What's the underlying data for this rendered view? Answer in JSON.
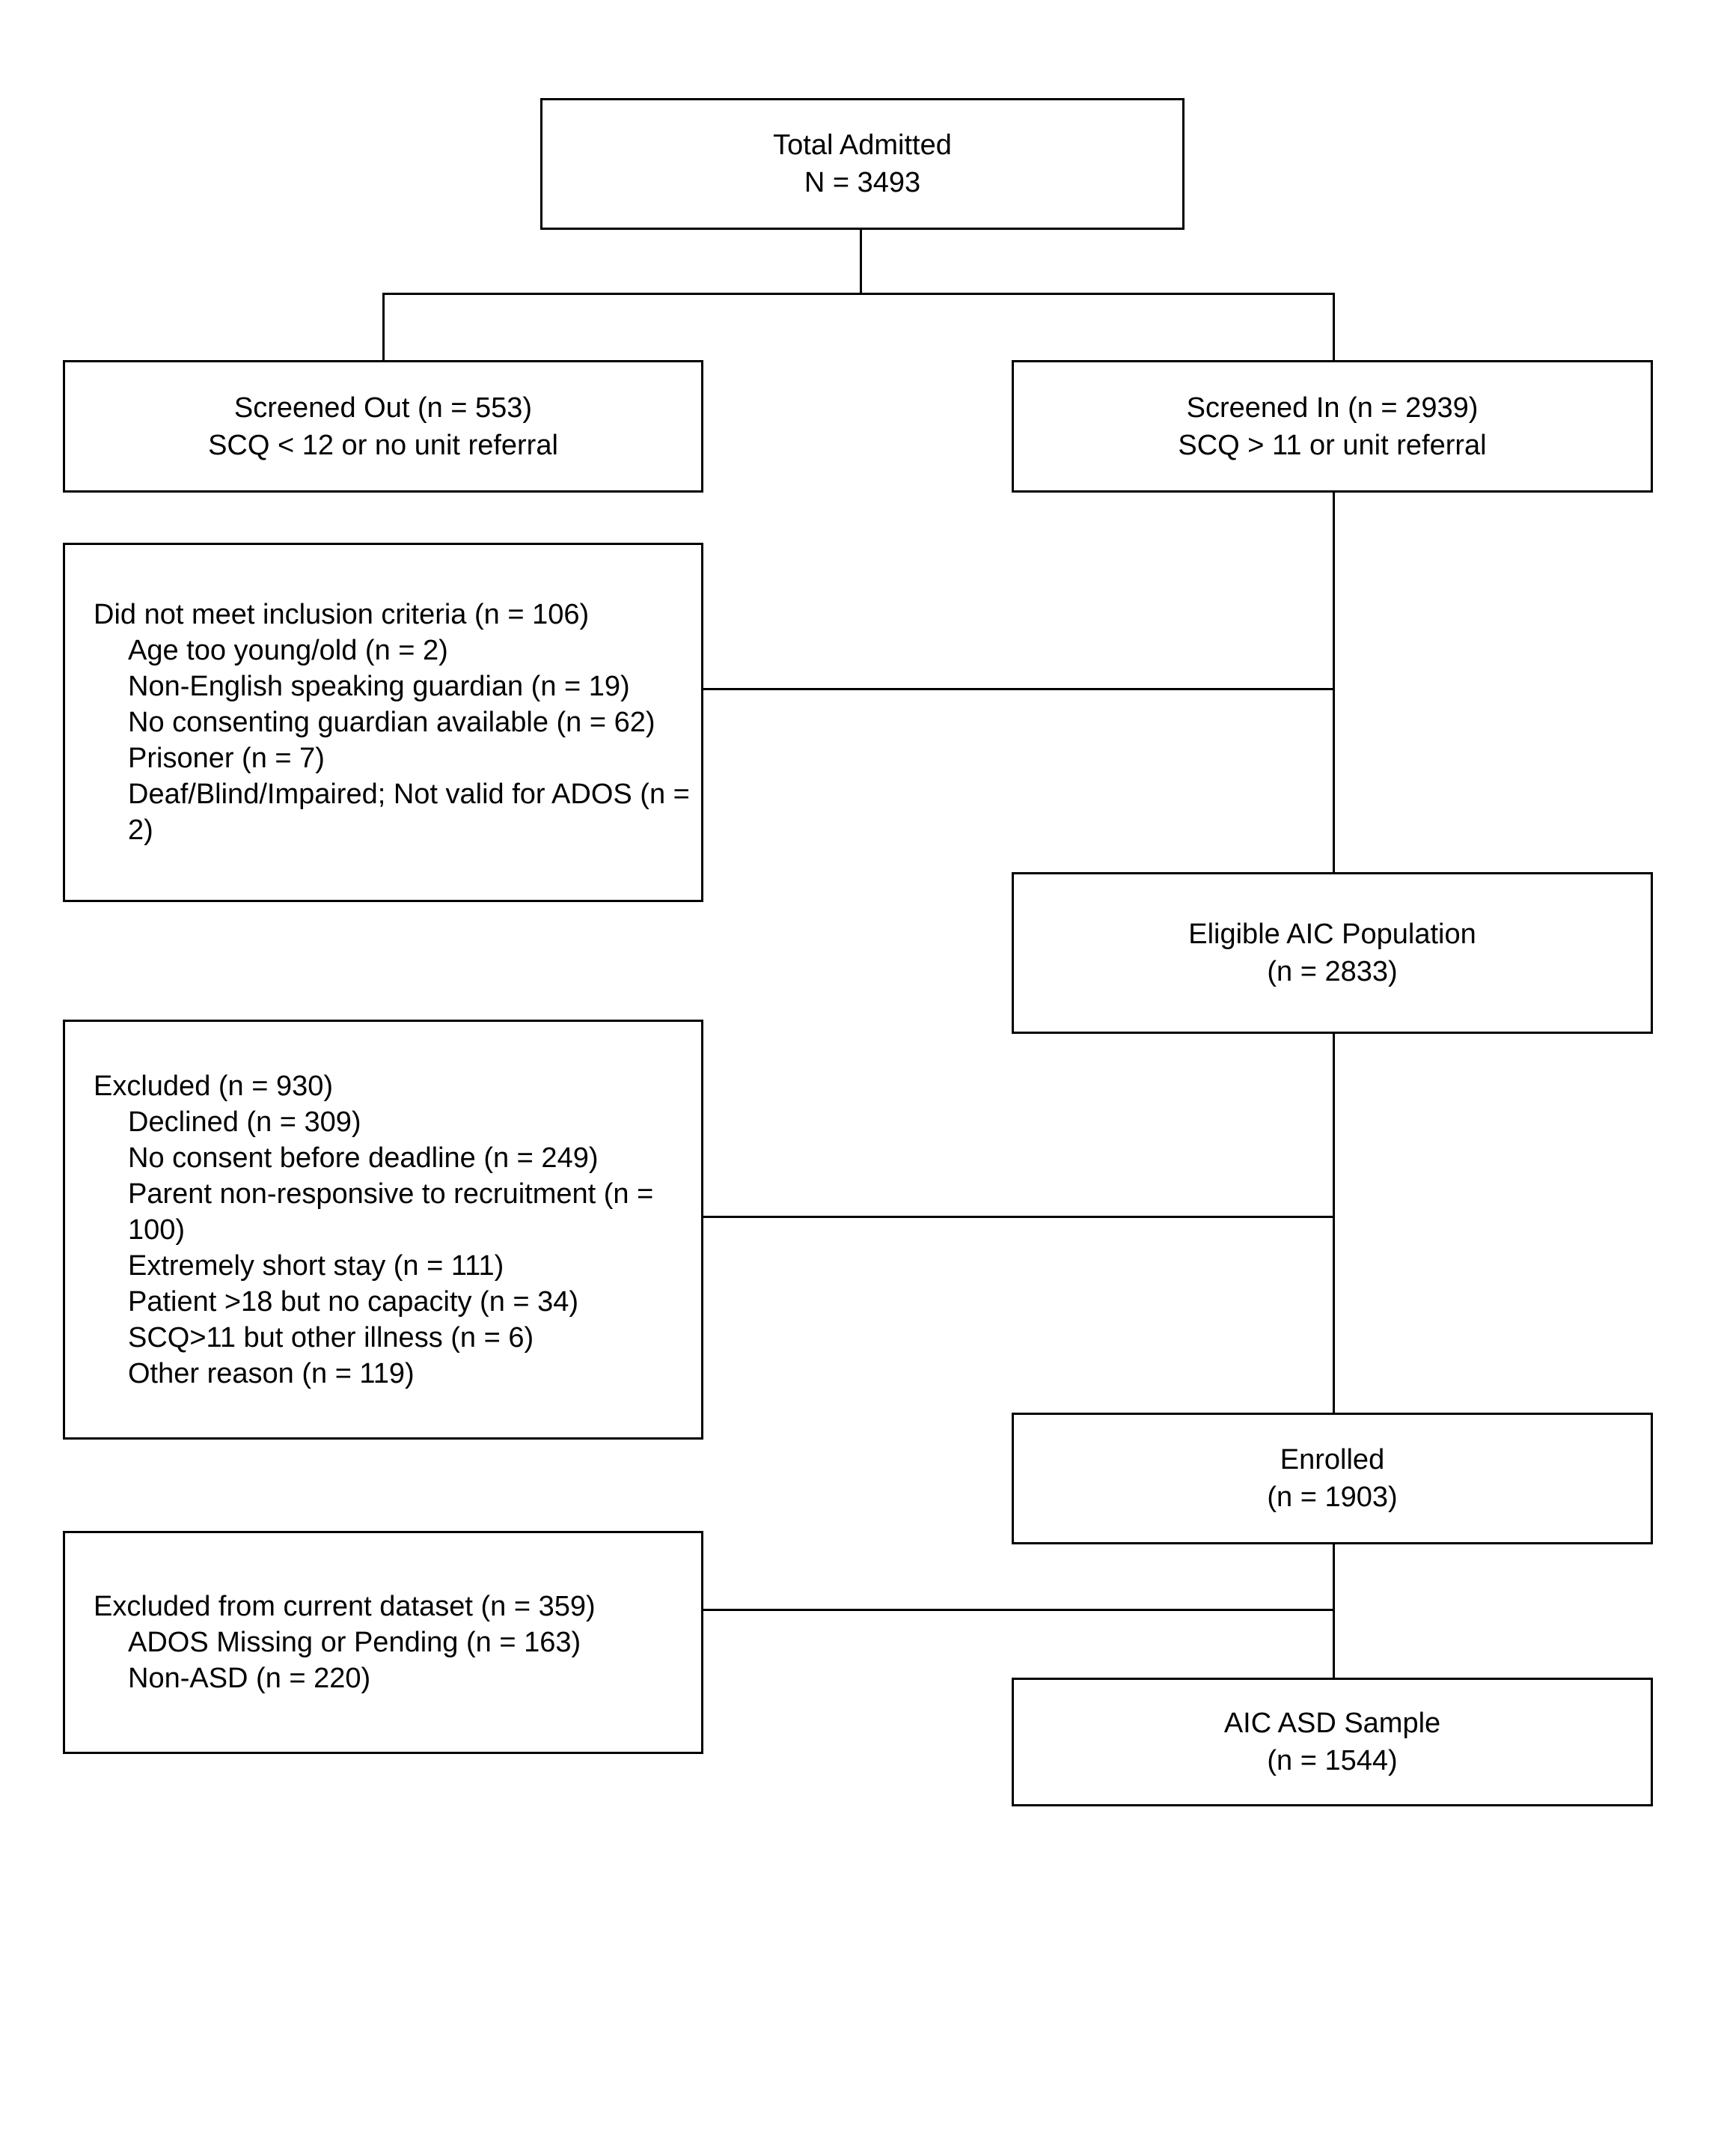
{
  "diagram": {
    "colors": {
      "background": "#ffffff",
      "box_fill": "#ffffff",
      "box_border": "#000000",
      "text": "#000000",
      "connector": "#000000"
    },
    "boxes": {
      "total_admitted": {
        "line1": "Total Admitted",
        "line2": "N = 3493"
      },
      "screened_out": {
        "line1": "Screened Out (n = 553)",
        "line2": "SCQ < 12 or no unit referral"
      },
      "screened_in": {
        "line1": "Screened In (n = 2939)",
        "line2": "SCQ > 11 or unit referral"
      },
      "did_not_meet": {
        "heading": "Did not meet inclusion criteria (n = 106)",
        "items": [
          "Age too young/old (n = 2)",
          "Non-English speaking guardian (n = 19)",
          "No consenting guardian available (n = 62)",
          "Prisoner (n = 7)",
          "Deaf/Blind/Impaired; Not valid for ADOS (n = 2)"
        ]
      },
      "eligible": {
        "line1": "Eligible AIC Population",
        "line2": "(n = 2833)"
      },
      "excluded": {
        "heading": "Excluded (n = 930)",
        "items": [
          "Declined (n = 309)",
          "No consent before deadline (n = 249)",
          "Parent non-responsive to recruitment (n = 100)",
          "Extremely short stay (n = 111)",
          "Patient >18 but no capacity (n = 34)",
          "SCQ>11 but other illness (n = 6)",
          "Other reason (n = 119)"
        ]
      },
      "enrolled": {
        "line1": "Enrolled",
        "line2": "(n = 1903)"
      },
      "excluded_dataset": {
        "heading": "Excluded from current dataset (n = 359)",
        "items": [
          "ADOS Missing or Pending (n = 163)",
          "Non-ASD (n = 220)"
        ]
      },
      "aic_asd_sample": {
        "line1": "AIC ASD Sample",
        "line2": "(n = 1544)"
      }
    }
  }
}
